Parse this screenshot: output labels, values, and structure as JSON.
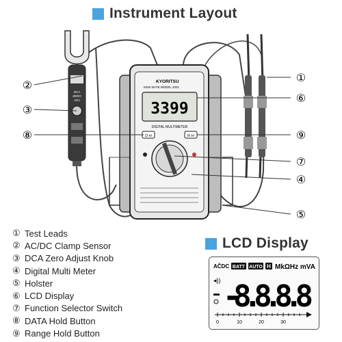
{
  "headers": {
    "instrument_layout": "Instrument Layout",
    "lcd_display": "LCD Display"
  },
  "callouts": [
    "①",
    "②",
    "③",
    "④",
    "⑤",
    "⑥",
    "⑦",
    "⑧",
    "⑨"
  ],
  "legend": [
    {
      "num": "①",
      "text": "Test Leads"
    },
    {
      "num": "②",
      "text": "AC/DC Clamp Sensor"
    },
    {
      "num": "③",
      "text": "DCA Zero Adjust Knob"
    },
    {
      "num": "④",
      "text": "Digital Multi Meter"
    },
    {
      "num": "⑤",
      "text": "Holster"
    },
    {
      "num": "⑥",
      "text": "LCD Display"
    },
    {
      "num": "⑦",
      "text": "Function Selector Switch"
    },
    {
      "num": "⑧",
      "text": "DATA Hold Button"
    },
    {
      "num": "⑨",
      "text": "Range Hold Button"
    }
  ],
  "meter": {
    "brand": "KYORITSU",
    "model": "KEW MATE MODEL 2001",
    "reading": "3399",
    "subtitle": "DIGITAL MULTIMETER",
    "btn_dh": "D·H",
    "btn_rh": "R·H",
    "clamp_dca": "DCA",
    "clamp_zero": "ZERO",
    "clamp_adj": "ADJ"
  },
  "lcd": {
    "acdc": "AC̃DC",
    "batt": "BATT",
    "auto": "AUTO",
    "h": "H",
    "units": "MkΩHz mVA",
    "digits": "-8.8.8.8",
    "scale": [
      "0",
      "10",
      "20",
      "30"
    ]
  },
  "colors": {
    "accent": "#4aa3df",
    "lcd_segment": "#111111",
    "meter_body": "#e6e6e6",
    "holster": "#bdbdbd"
  }
}
